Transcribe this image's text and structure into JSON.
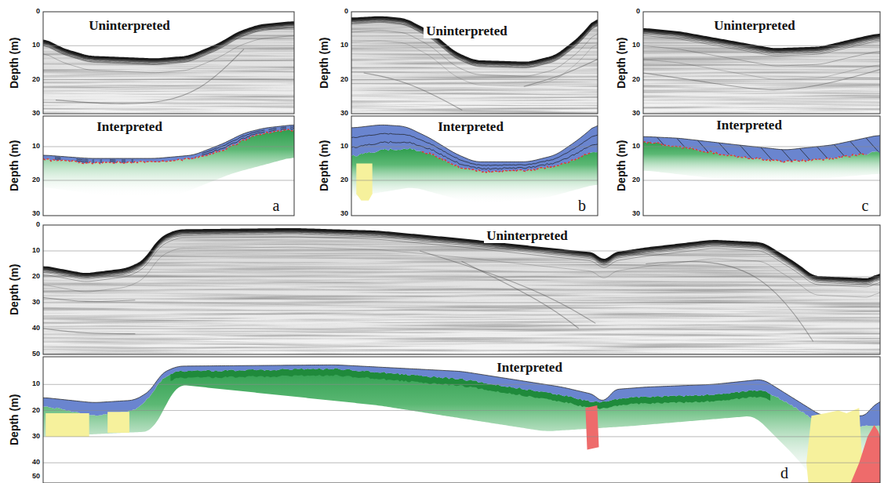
{
  "diagram": {
    "labels": [
      "Depth (m)",
      "0",
      "10",
      "20",
      "30",
      "Uninterpreted",
      "Interpreted",
      "Depth (m)",
      "10",
      "20",
      "30",
      "a",
      "Depth (m)",
      "0",
      "10",
      "20",
      "30",
      "Uninterpreted",
      "Interpreted",
      "Depth (m)",
      "10",
      "20",
      "30",
      "b",
      "Depth (m)",
      "0",
      "10",
      "20",
      "30",
      "Uninterpreted",
      "Interpreted",
      "Depth (m)",
      "10",
      "20",
      "30",
      "c",
      "Depth (m)",
      "0",
      "10",
      "20",
      "30",
      "40",
      "50",
      "Uninterpreted",
      "Interpreted",
      "Depth (m)",
      "10",
      "20",
      "30",
      "40",
      "50",
      "d"
    ]
  }
}
